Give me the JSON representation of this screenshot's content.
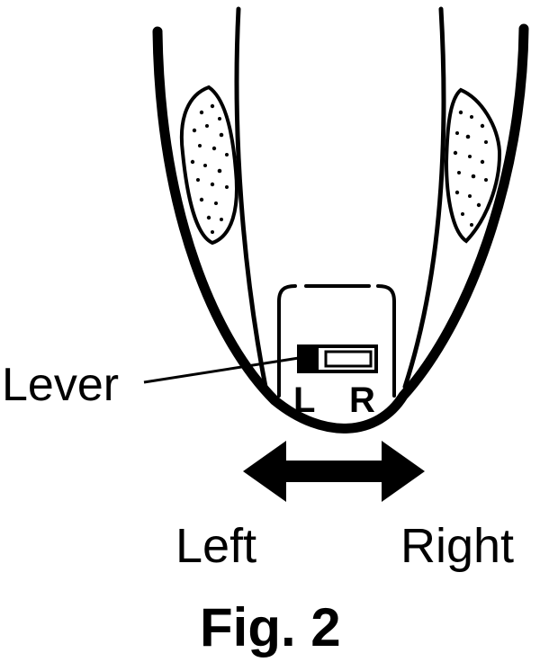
{
  "labels": {
    "lever": "Lever",
    "switch_left": "L",
    "switch_right": "R",
    "direction_left": "Left",
    "direction_right": "Right",
    "caption": "Fig. 2"
  },
  "colors": {
    "ink": "#000000",
    "paper": "#ffffff"
  }
}
